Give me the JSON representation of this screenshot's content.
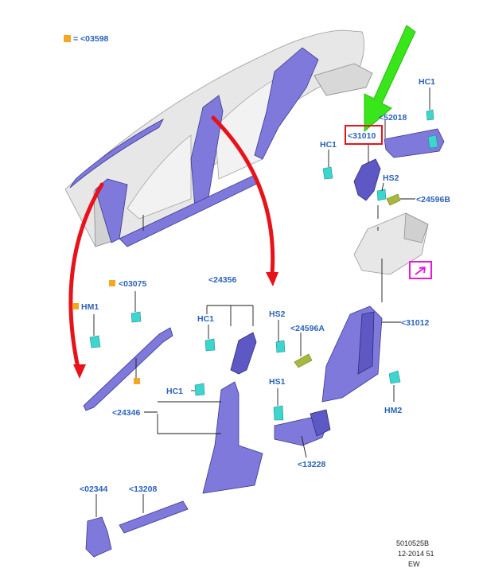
{
  "legend": {
    "text": "= <03598",
    "color": "#f5a623"
  },
  "labels": {
    "hc1_top": "HC1",
    "p52018": "<52018",
    "p31010": "<31010",
    "hc1_left": "HC1",
    "hs2_top": "HS2",
    "p24596b": "<24596B",
    "p03075": "<03075",
    "p24356": "<24356",
    "hm1": "HM1",
    "hc1_mid": "HC1",
    "hs2_mid": "HS2",
    "p24596a": "<24596A",
    "p31012": "<31012",
    "hc1_low": "HC1",
    "hs1": "HS1",
    "p24346": "<24346",
    "hm2": "HM2",
    "p13228": "<13228",
    "p02344": "<02344",
    "p13208": "<13208"
  },
  "footer": {
    "code": "5010525B",
    "date": "12-2014 51",
    "initials": "EW"
  },
  "colors": {
    "panel": "#7f79dc",
    "clip": "#3dd6cf",
    "arrow_red": "#e8121a",
    "arrow_green": "#39e61a",
    "highlight_box": "#e8121a",
    "magenta_box": "#e81ad8",
    "label_blue": "#2a63b8",
    "square_marker": "#f5a623"
  }
}
